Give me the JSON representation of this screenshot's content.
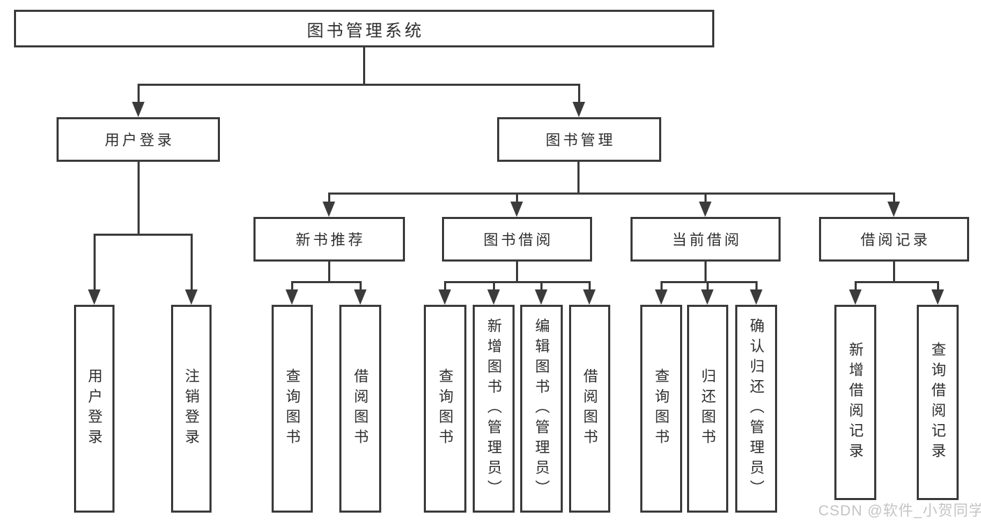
{
  "diagram": {
    "root": {
      "label": "图书管理系统"
    },
    "level2": [
      {
        "label": "用户登录"
      },
      {
        "label": "图书管理"
      }
    ],
    "level3": [
      {
        "label": "新书推荐"
      },
      {
        "label": "图书借阅"
      },
      {
        "label": "当前借阅"
      },
      {
        "label": "借阅记录"
      }
    ],
    "leaves": {
      "user": [
        {
          "label": "用户登录"
        },
        {
          "label": "注销登录"
        }
      ],
      "recommend": [
        {
          "label": "查询图书"
        },
        {
          "label": "借阅图书"
        }
      ],
      "borrow": [
        {
          "label": "查询图书"
        },
        {
          "label": "新增图书（管理员）"
        },
        {
          "label": "编辑图书（管理员）"
        },
        {
          "label": "借阅图书"
        }
      ],
      "current": [
        {
          "label": "查询图书"
        },
        {
          "label": "归还图书"
        },
        {
          "label": "确认归还（管理员）"
        }
      ],
      "records": [
        {
          "label": "新增借阅记录"
        },
        {
          "label": "查询借阅记录"
        }
      ]
    },
    "watermark": "CSDN @软件_小贺同学",
    "colors": {
      "line": "#3b3b3b",
      "box_border": "#3b3b3b",
      "box_fill": "#ffffff",
      "text": "#2e2e2e",
      "watermark": "#c4c4c4",
      "background": "#ffffff"
    }
  }
}
